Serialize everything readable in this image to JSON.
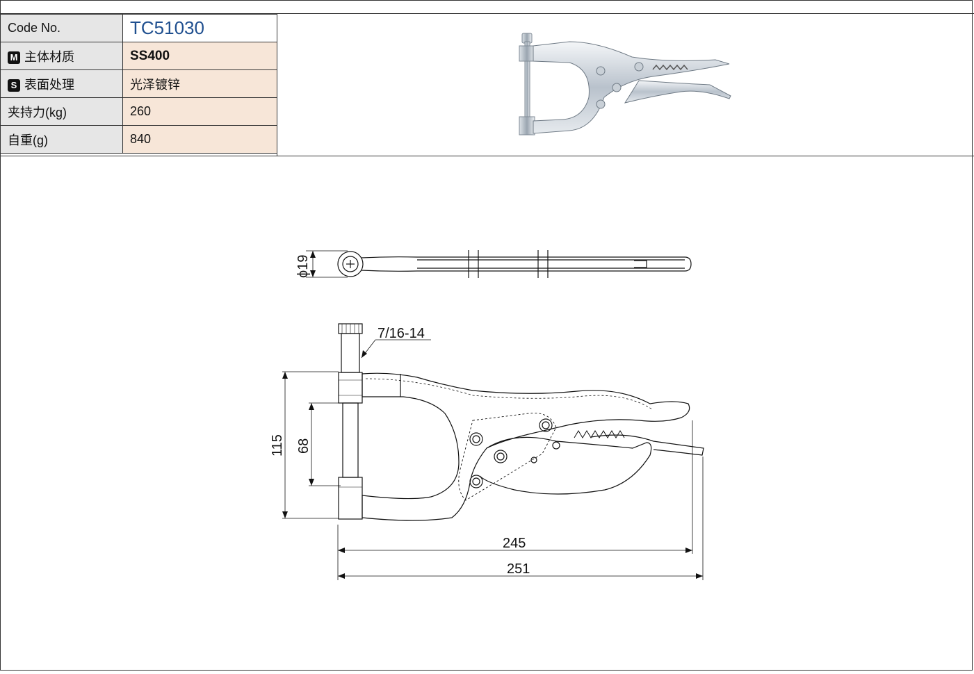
{
  "specs": {
    "rows": [
      {
        "badge": "",
        "label": "Code No.",
        "value": "TC51030"
      },
      {
        "badge": "M",
        "label": "主体材质",
        "value": "SS400"
      },
      {
        "badge": "S",
        "label": "表面处理",
        "value": "光泽镀锌"
      },
      {
        "badge": "",
        "label": "夹持力(kg)",
        "value": "260"
      },
      {
        "badge": "",
        "label": "自重(g)",
        "value": "840"
      }
    ]
  },
  "drawing": {
    "dims": {
      "diameter": "ϕ19",
      "thread": "7/16-14",
      "height_outer": "115",
      "height_inner": "68",
      "length_245": "245",
      "length_251": "251"
    }
  },
  "colors": {
    "code_text": "#1f4f8f",
    "label_bg": "#e6e6e6",
    "value_bg": "#f7e6d8"
  },
  "icons": {
    "product_photo": "plier-clamp-photo"
  }
}
